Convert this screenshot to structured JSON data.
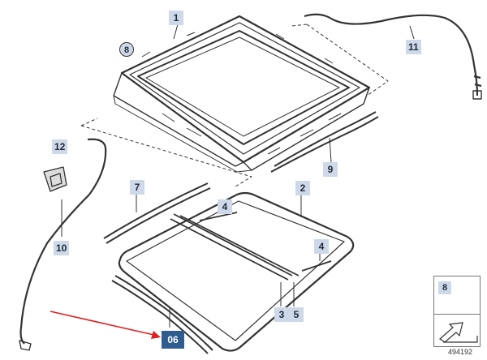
{
  "callouts": [
    {
      "id": "1",
      "label": "1"
    },
    {
      "id": "2",
      "label": "2"
    },
    {
      "id": "3",
      "label": "3"
    },
    {
      "id": "4a",
      "label": "4"
    },
    {
      "id": "4b",
      "label": "4"
    },
    {
      "id": "5",
      "label": "5"
    },
    {
      "id": "06",
      "label": "06"
    },
    {
      "id": "7",
      "label": "7"
    },
    {
      "id": "8",
      "label": "8"
    },
    {
      "id": "9",
      "label": "9"
    },
    {
      "id": "10",
      "label": "10"
    },
    {
      "id": "11",
      "label": "11"
    },
    {
      "id": "12",
      "label": "12"
    }
  ],
  "legend": {
    "part_number": "8"
  },
  "diagram_id": "494192",
  "colors": {
    "callout_bg": "#cdd9e8",
    "highlight_bg": "#2f5d8f",
    "arrow": "#e02020",
    "line": "#333333"
  }
}
